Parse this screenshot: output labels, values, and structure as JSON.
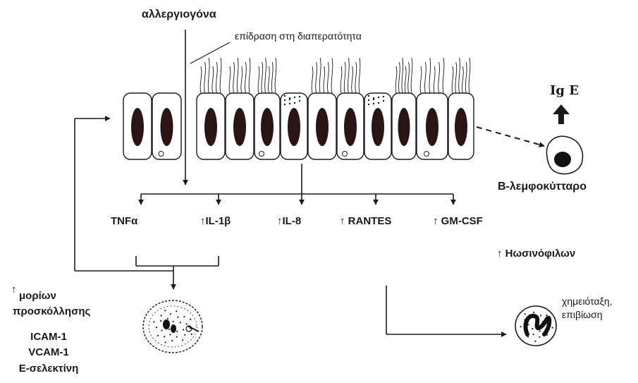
{
  "colors": {
    "ink": "#1a1a1a",
    "nucleus": "#2a1414",
    "background": "#ffffff"
  },
  "top": {
    "allergens": "αλλεργιογόνα",
    "permeability": "επίδραση στη διαπερατότητα"
  },
  "ige": {
    "label": "Ig E",
    "b_cell": "Β-λεμφοκύτταρο"
  },
  "mediators": [
    "TNFα",
    "↑IL-1β",
    "↑IL-8",
    "↑ RANTES",
    "↑ GM-CSF"
  ],
  "eosinophils": "↑ Ηωσινόφιλων",
  "adhesion": {
    "arrow": "↑",
    "line1": "μορίων",
    "line2": "προσκόλλησης",
    "molecules": [
      "ICAM-1",
      "VCAM-1",
      "Ε-σελεκτίνη"
    ]
  },
  "eosinophil_effect": {
    "line1": "χημειόταξη,",
    "line2": "επιβίωση"
  }
}
